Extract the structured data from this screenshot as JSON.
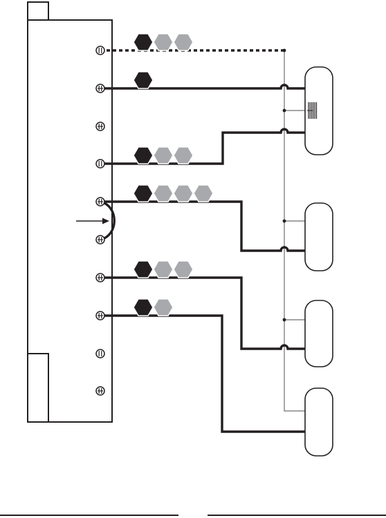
{
  "colors": {
    "background": "#ffffff",
    "stroke": "#231f20",
    "wire": "#231f20",
    "thin_wire": "#6d6e71",
    "black_hex": "#231f20",
    "gray_hex": "#a7a9ac"
  },
  "icons": {
    "terminal": "terminal-screw-icon",
    "hexagon": "hexagon-icon",
    "arrow": "arrow-right-icon",
    "resistor": "resistor-lines-icon"
  },
  "terminals": [
    {
      "id": 1,
      "screw": "slot"
    },
    {
      "id": 2,
      "screw": "cross"
    },
    {
      "id": 3,
      "screw": "cross"
    },
    {
      "id": 4,
      "screw": "slot"
    },
    {
      "id": 5,
      "screw": "cross"
    },
    {
      "id": 6,
      "screw": "cross"
    },
    {
      "id": 7,
      "screw": "cross"
    },
    {
      "id": 8,
      "screw": "cross"
    },
    {
      "id": 9,
      "screw": "slot"
    },
    {
      "id": 10,
      "screw": "cross"
    }
  ],
  "hex_groups": [
    {
      "terminal": 1,
      "black": 1,
      "gray": 2
    },
    {
      "terminal": 2,
      "black": 1,
      "gray": 0
    },
    {
      "terminal": 4,
      "black": 1,
      "gray": 2
    },
    {
      "terminal": 5,
      "black": 1,
      "gray": 3
    },
    {
      "terminal": 7,
      "black": 1,
      "gray": 2
    },
    {
      "terminal": 8,
      "black": 1,
      "gray": 1
    }
  ],
  "wires": [
    {
      "terminal": 1,
      "style": "dashed"
    },
    {
      "terminal": 2,
      "style": "solid",
      "device": 1
    },
    {
      "terminal": 4,
      "style": "solid",
      "device": 1
    },
    {
      "terminal": 5,
      "style": "solid",
      "device": 2
    },
    {
      "terminal": 7,
      "style": "solid",
      "device": 3
    },
    {
      "terminal": 8,
      "style": "solid",
      "device": 4
    }
  ],
  "jumper": {
    "from_terminal": 5,
    "to_terminal": 6
  },
  "devices": [
    {
      "id": 1,
      "has_resistor": true
    },
    {
      "id": 2,
      "has_resistor": false
    },
    {
      "id": 3,
      "has_resistor": false
    },
    {
      "id": 4,
      "has_resistor": false
    }
  ]
}
